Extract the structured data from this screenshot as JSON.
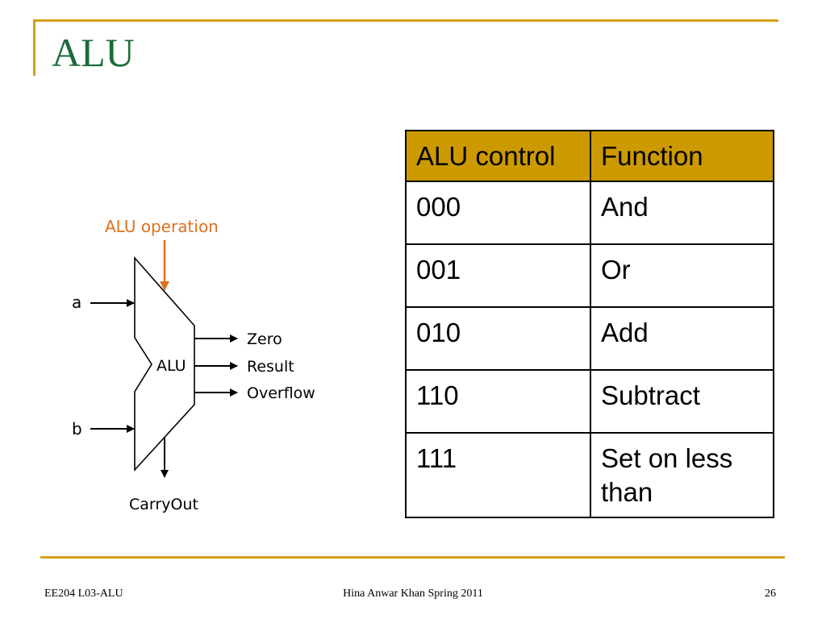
{
  "slide": {
    "title": "ALU"
  },
  "diagram": {
    "operation_label": "ALU operation",
    "block_label": "ALU",
    "input_a": "a",
    "input_b": "b",
    "outputs": [
      "Zero",
      "Result",
      "Overflow"
    ],
    "carry_out": "CarryOut",
    "colors": {
      "operation": "#e07020",
      "lines": "#000000"
    }
  },
  "table": {
    "headers": [
      "ALU control",
      "Function"
    ],
    "rows": [
      [
        "000",
        "And"
      ],
      [
        "001",
        "Or"
      ],
      [
        "010",
        "Add"
      ],
      [
        "110",
        "Subtract"
      ],
      [
        "111",
        "Set on less than"
      ]
    ],
    "header_color": "#cc9900"
  },
  "footer": {
    "left": "EE204 L03-ALU",
    "center": "Hina Anwar Khan Spring 2011",
    "page": "26"
  },
  "theme": {
    "accent": "#d4a017",
    "title_color": "#1b6b3a"
  }
}
